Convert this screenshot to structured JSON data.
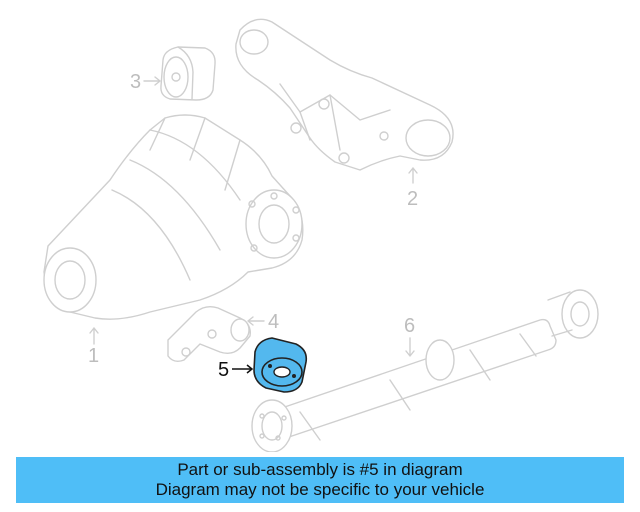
{
  "callouts": {
    "c1": "1",
    "c2": "2",
    "c3": "3",
    "c4": "4",
    "c5": "5",
    "c6": "6"
  },
  "highlight_color": "#53b8ee",
  "banner": {
    "line1": "Part or sub-assembly is #5 in diagram",
    "line2": "Diagram may not be specific to your vehicle",
    "color": "#4fbef7"
  }
}
